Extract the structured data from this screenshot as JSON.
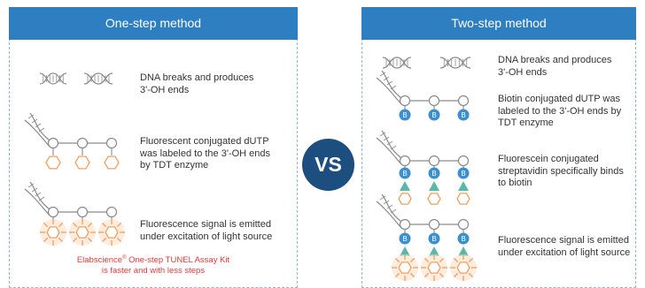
{
  "left_panel": {
    "title": "One-step method",
    "steps": [
      {
        "lines": [
          "DNA breaks and produces",
          "3'-OH ends"
        ]
      },
      {
        "lines": [
          "Fluorescent conjugated dUTP",
          "was labeled to the 3'-OH ends",
          "by TDT enzyme"
        ]
      },
      {
        "lines": [
          "Fluorescence signal is emitted",
          "under excitation of light source"
        ]
      }
    ],
    "footnote": {
      "brand": "Elabscience",
      "mark": "®",
      "line1_rest": " One-step TUNEL Assay Kit",
      "line2": "is faster and with less steps"
    }
  },
  "vs_label": "VS",
  "right_panel": {
    "title": "Two-step method",
    "steps": [
      {
        "lines": [
          "DNA breaks and produces",
          "3'-OH ends"
        ]
      },
      {
        "lines": [
          "Biotin conjugated dUTP was",
          "labeled to the 3'-OH ends by",
          "TDT enzyme"
        ]
      },
      {
        "lines": [
          "Fluorescein conjugated",
          "streptavidin specifically binds",
          "to biotin"
        ]
      },
      {
        "lines": [
          "Fluorescence signal is emitted",
          "under excitation of light source"
        ]
      }
    ],
    "biotin_label": "B"
  },
  "colors": {
    "header_blue": "#2e7fc2",
    "vs_navy": "#1d4e80",
    "fluor_orange": "#f0a060",
    "biotin_blue": "#3a8fd0",
    "streptavidin_green": "#5bb8a6",
    "footnote_red": "#e03a3a"
  }
}
